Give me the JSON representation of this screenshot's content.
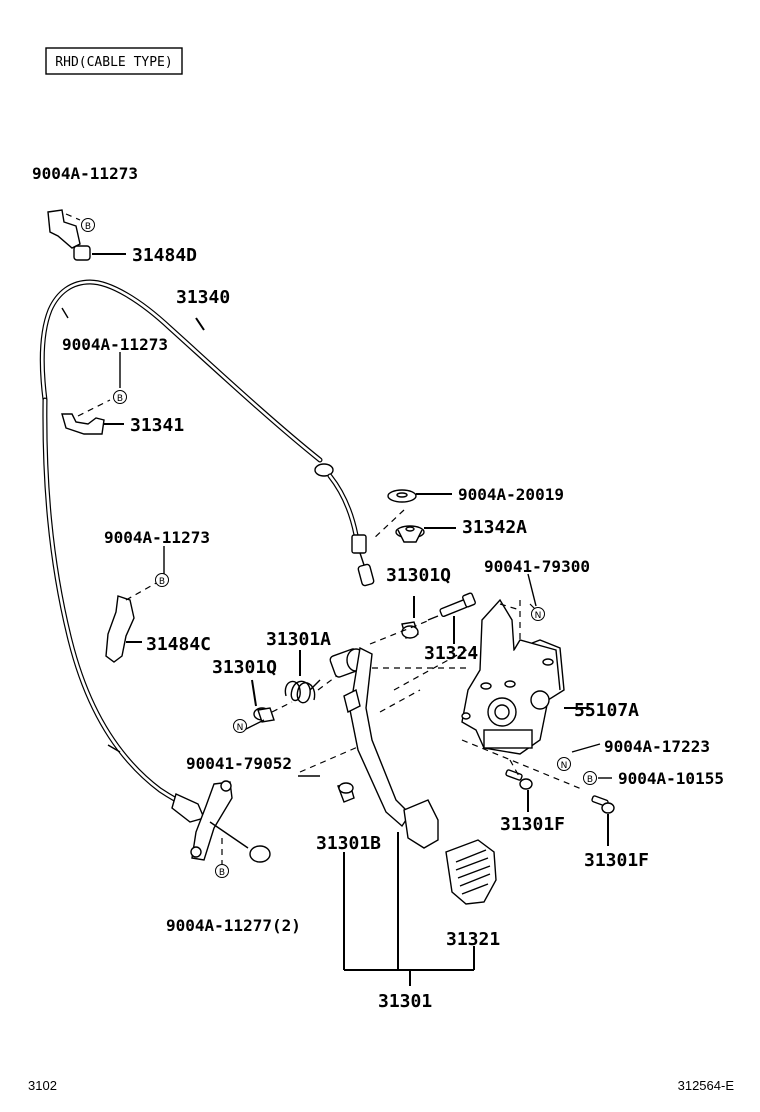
{
  "header_box": "RHD(CABLE TYPE)",
  "footer": {
    "left": "3102",
    "right": "312564-E"
  },
  "labels": {
    "p9004A_11273_a": "9004A-11273",
    "p31484D": "31484D",
    "p31340": "31340",
    "p9004A_11273_b": "9004A-11273",
    "p31341": "31341",
    "p9004A_20019": "9004A-20019",
    "p31342A": "31342A",
    "p9004A_11273_c": "9004A-11273",
    "p31301Q_a": "31301Q",
    "p90041_79300": "90041-79300",
    "p31484C": "31484C",
    "p31301A": "31301A",
    "p31324": "31324",
    "p31301Q_b": "31301Q",
    "p55107A": "55107A",
    "p9004A_17223": "9004A-17223",
    "p90041_79052": "90041-79052",
    "p9004A_10155": "9004A-10155",
    "p31301F_a": "31301F",
    "p31301B": "31301B",
    "p31301F_b": "31301F",
    "p9004A_11277": "9004A-11277(2)",
    "p31321": "31321",
    "p31301": "31301"
  },
  "markers": {
    "b": "B",
    "n": "N"
  }
}
